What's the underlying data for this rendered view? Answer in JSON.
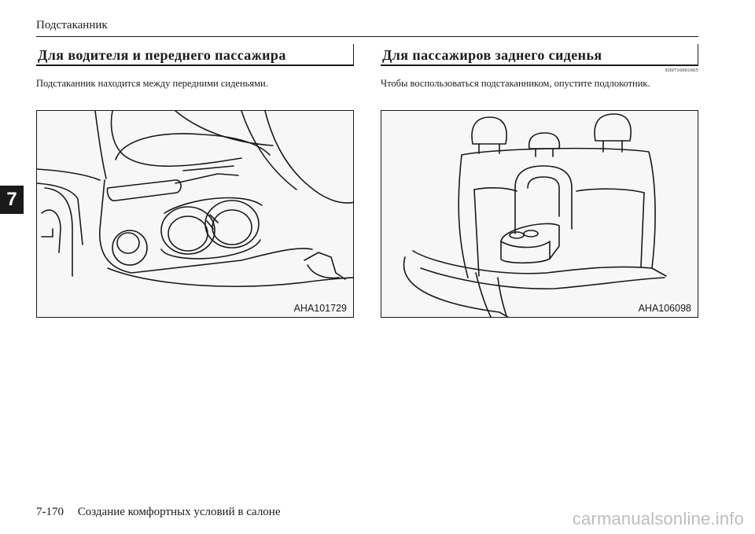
{
  "header": {
    "running_title": "Подстаканник"
  },
  "chapter_tab": "7",
  "left_section": {
    "title": "Для водителя и переднего пассажира",
    "text": "Подстаканник находится между передними сиденьями.",
    "figure_label": "AHA101729"
  },
  "right_section": {
    "title": "Для пассажиров заднего сиденья",
    "code": "E00716901605",
    "text": "Чтобы воспользоваться подстаканником, опустите подлокотник.",
    "figure_label": "AHA106098"
  },
  "footer": {
    "page_number": "7-170",
    "chapter_title": "Создание комфортных условий в салоне"
  },
  "watermark": "carmanualsonline.info"
}
